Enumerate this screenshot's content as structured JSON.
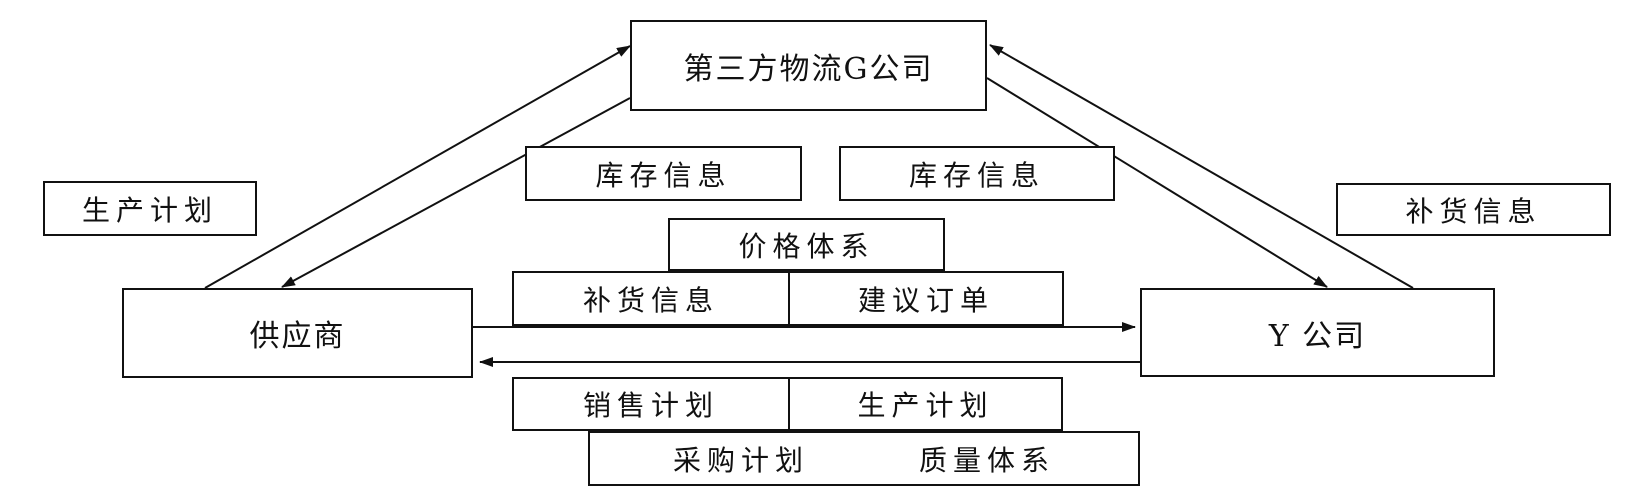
{
  "nodes": {
    "logistics": "第三方物流G公司",
    "supplier": "供应商",
    "company_y": "Y 公司"
  },
  "labels": {
    "production_plan_left": "生产计划",
    "inventory_info_left": "库存信息",
    "inventory_info_right": "库存信息",
    "replenish_info_right": "补货信息",
    "price_system": "价格体系",
    "replenish_info_mid": "补货信息",
    "suggested_order": "建议订单",
    "sales_plan": "销售计划",
    "production_plan_mid": "生产计划",
    "purchase_plan": "采购计划",
    "quality_system": "质量体系"
  },
  "colors": {
    "stroke": "#111111",
    "background": "#ffffff"
  }
}
